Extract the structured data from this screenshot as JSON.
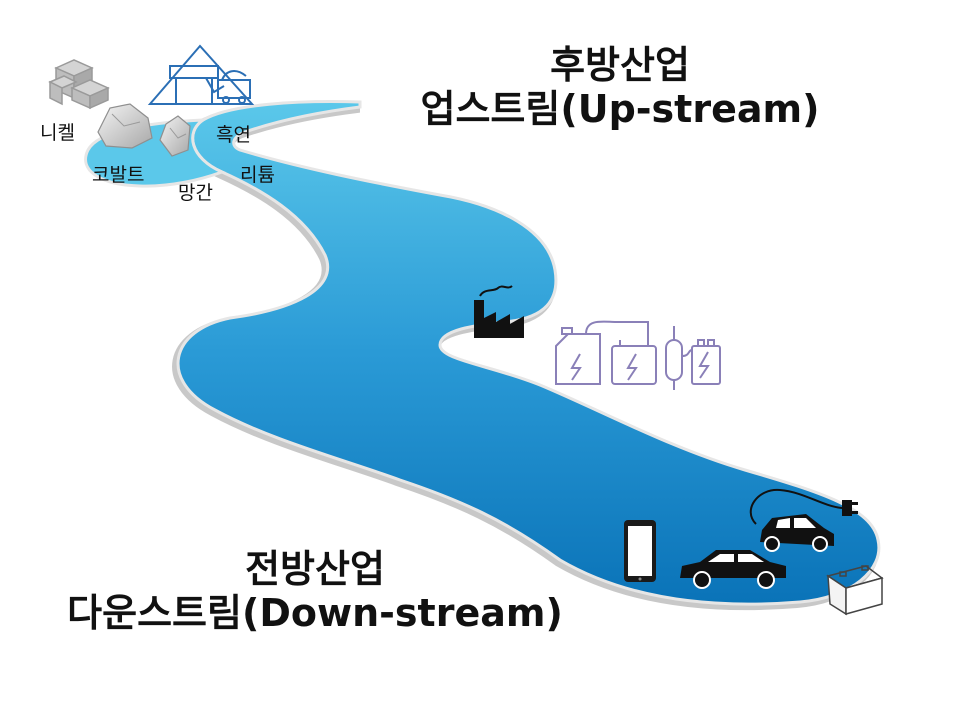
{
  "upstream": {
    "title": "후방산업",
    "subtitle": "업스트림(Up-stream)"
  },
  "downstream": {
    "title": "전방산업",
    "subtitle": "다운스트림(Down-stream)"
  },
  "minerals": {
    "nickel": "니켈",
    "cobalt": "코발트",
    "manganese": "망간",
    "graphite": "흑연",
    "lithium": "리튬"
  },
  "icons": {
    "raw_materials": [
      "mineral-cubes-icon",
      "rock-icon",
      "mine-cart-icon"
    ],
    "manufacturing": [
      "factory-icon",
      "battery-materials-icon"
    ],
    "applications": [
      "smartphone-icon",
      "sedan-icon",
      "ev-charging-icon",
      "battery-box-icon"
    ]
  },
  "colors": {
    "river_light": "#5bc8ea",
    "river_dark": "#0a73b8",
    "river_edge": "#c8c8c8",
    "mine_blue": "#2b6fb5",
    "battery_purple": "#8a80b8"
  }
}
